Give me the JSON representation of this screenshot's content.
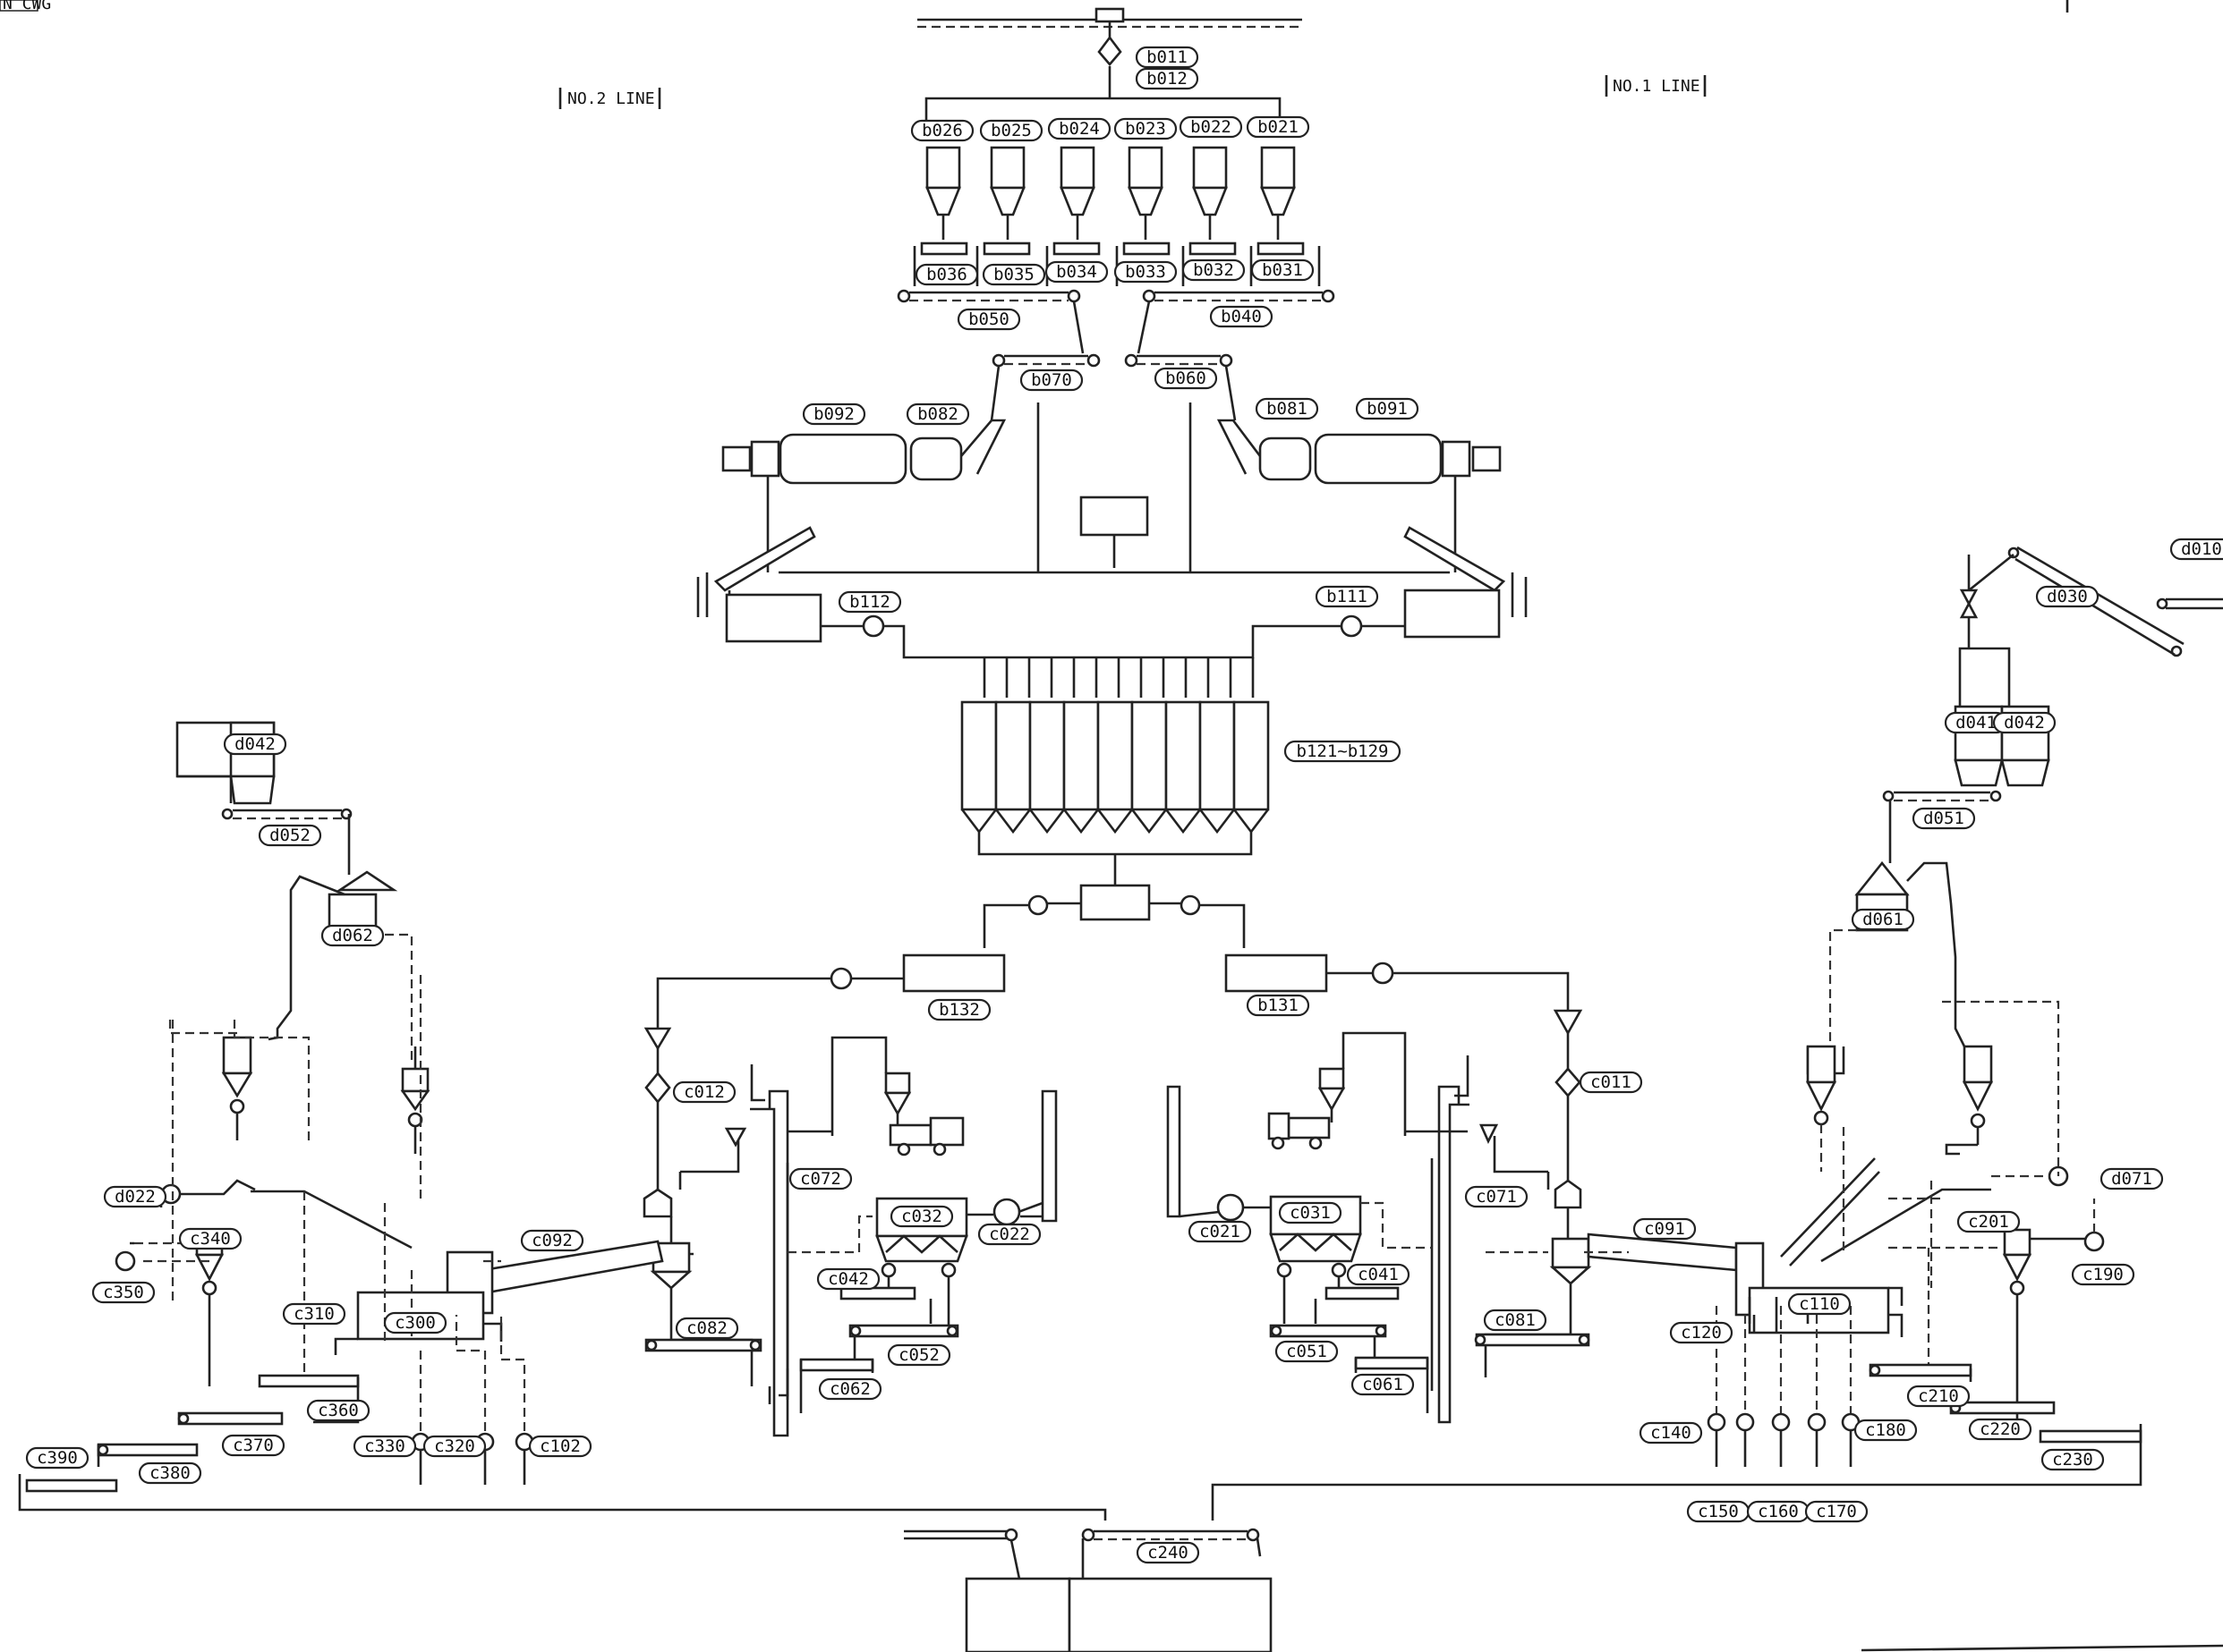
{
  "lines": {
    "left": "NO.2 LINE",
    "right": "NO.1 LINE"
  },
  "corner_label": "N CWG",
  "tags": {
    "b011": "b011",
    "b012": "b012",
    "b026": "b026",
    "b025": "b025",
    "b024": "b024",
    "b023": "b023",
    "b022": "b022",
    "b021": "b021",
    "b036": "b036",
    "b035": "b035",
    "b034": "b034",
    "b033": "b033",
    "b032": "b032",
    "b031": "b031",
    "b050": "b050",
    "b040": "b040",
    "b070": "b070",
    "b060": "b060",
    "b092": "b092",
    "b082": "b082",
    "b081": "b081",
    "b091": "b091",
    "b112": "b112",
    "b111": "b111",
    "b121_129": "b121~b129",
    "b132": "b132",
    "b131": "b131",
    "d010": "d010",
    "d030": "d030",
    "d041": "d041",
    "d042r": "d042",
    "d051": "d051",
    "d061": "d061",
    "d071": "d071",
    "d042l": "d042",
    "d052": "d052",
    "d062": "d062",
    "d022": "d022",
    "c012": "c012",
    "c011": "c011",
    "c072": "c072",
    "c071": "c071",
    "c032": "c032",
    "c031": "c031",
    "c022": "c022",
    "c021": "c021",
    "c042": "c042",
    "c041": "c041",
    "c052": "c052",
    "c051": "c051",
    "c062": "c062",
    "c061": "c061",
    "c082": "c082",
    "c081": "c081",
    "c092": "c092",
    "c091": "c091",
    "c300": "c300",
    "c310": "c310",
    "c340": "c340",
    "c350": "c350",
    "c360": "c360",
    "c370": "c370",
    "c380": "c380",
    "c390": "c390",
    "c330": "c330",
    "c320": "c320",
    "c102": "c102",
    "c110": "c110",
    "c120": "c120",
    "c140": "c140",
    "c150": "c150",
    "c160": "c160",
    "c170": "c170",
    "c180": "c180",
    "c190": "c190",
    "c201": "c201",
    "c210": "c210",
    "c220": "c220",
    "c230": "c230",
    "c240": "c240"
  }
}
